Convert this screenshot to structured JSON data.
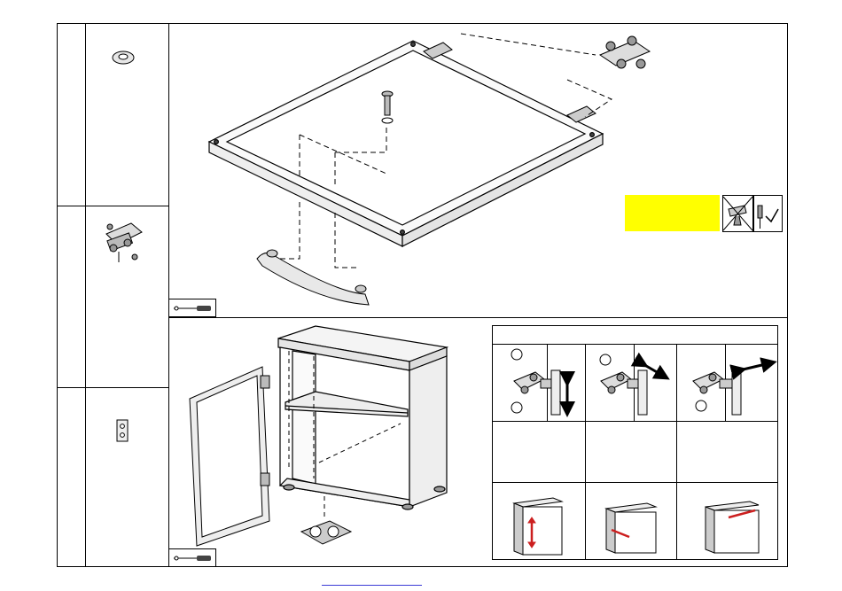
{
  "sheet": {
    "parts_column": [
      {
        "part": "round-cap-part-icon"
      },
      {
        "part": "hinge-plate-part-icon"
      },
      {
        "part": "two-hole-plate-part-icon"
      }
    ],
    "tool_hint_top": "screwdriver-icon",
    "tool_hint_bottom": "screwdriver-icon"
  },
  "warning": {
    "highlight_color": "#ffff00",
    "prohibited": "power-drill-crossed-icon",
    "allowed": "hand-screwdriver-check-icon"
  },
  "hinge_adjustment": {
    "steps": [
      {
        "direction": "vertical"
      },
      {
        "direction": "diagonal"
      },
      {
        "direction": "horizontal"
      }
    ],
    "arrow_color": "#cc1f1f"
  }
}
